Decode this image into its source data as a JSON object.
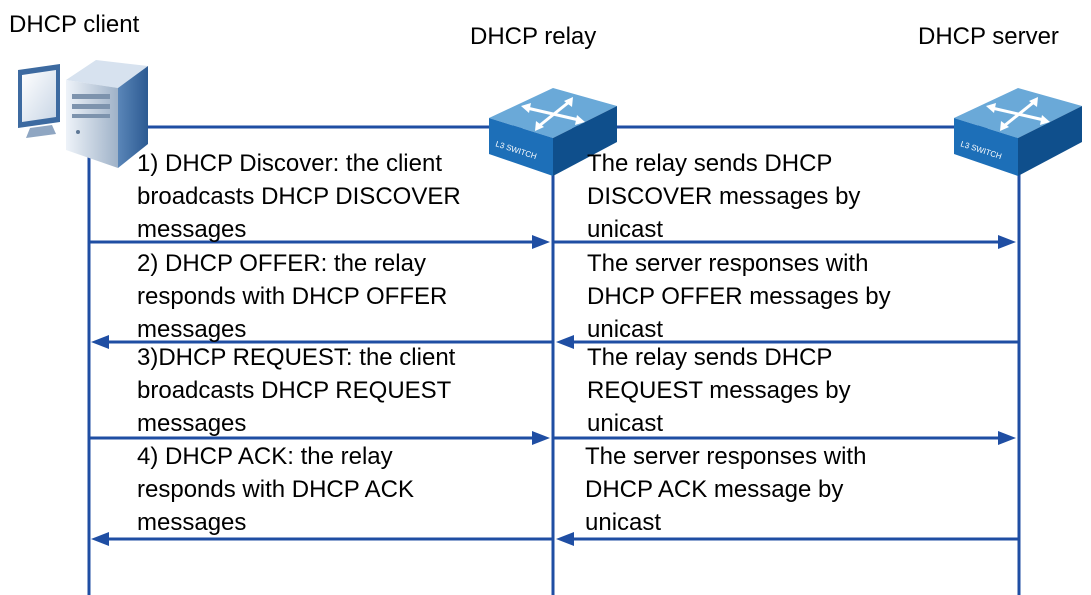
{
  "nodes": {
    "client": {
      "label": "DHCP client",
      "icon": "computer-icon"
    },
    "relay": {
      "label": "DHCP relay",
      "icon": "l3-switch-icon",
      "device_text": "L3 SWITCH"
    },
    "server": {
      "label": "DHCP server",
      "icon": "l3-switch-icon",
      "device_text": "L3 SWITCH"
    }
  },
  "colors": {
    "line": "#1f4ea3",
    "switch_top": "#6aa9d8",
    "switch_front": "#1d6fb8",
    "switch_side": "#0f4f8c"
  },
  "messages": [
    {
      "left": [
        "1) DHCP Discover: the client",
        "broadcasts DHCP DISCOVER",
        "messages"
      ],
      "right": [
        "The relay sends DHCP",
        "DISCOVER messages by",
        "unicast"
      ],
      "direction": "client-to-server"
    },
    {
      "left": [
        "2) DHCP OFFER: the relay",
        "responds with DHCP OFFER",
        "messages"
      ],
      "right": [
        "The server responses with",
        "DHCP OFFER messages by",
        "unicast"
      ],
      "direction": "server-to-client"
    },
    {
      "left": [
        "3)DHCP REQUEST: the client",
        "broadcasts DHCP REQUEST",
        "messages"
      ],
      "right": [
        "The relay sends DHCP",
        "REQUEST messages by",
        "unicast"
      ],
      "direction": "client-to-server"
    },
    {
      "left": [
        "4) DHCP ACK: the relay",
        "responds with DHCP ACK",
        "messages"
      ],
      "right": [
        "The server responses with",
        "DHCP ACK message by",
        "unicast"
      ],
      "direction": "server-to-client"
    }
  ]
}
